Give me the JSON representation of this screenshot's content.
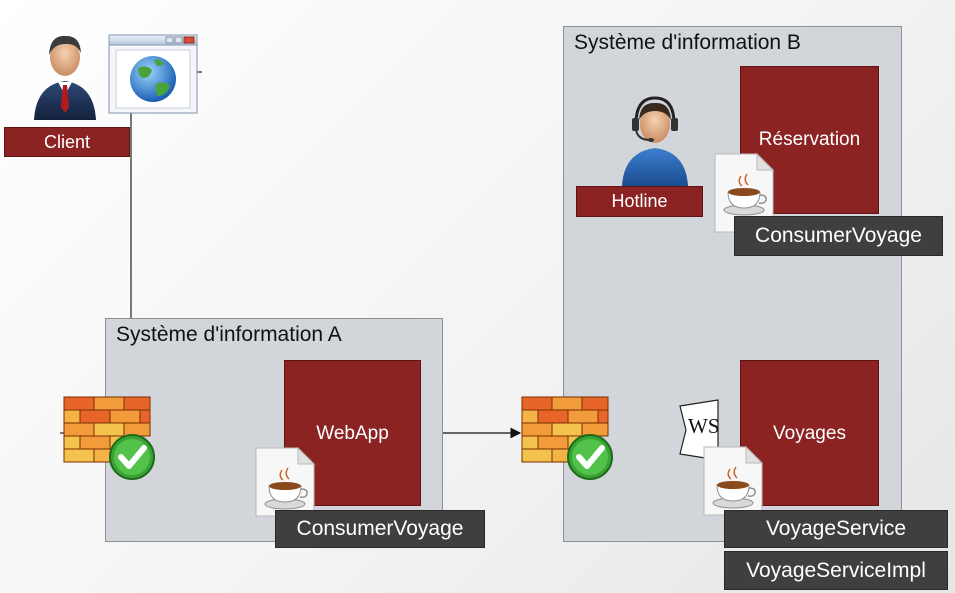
{
  "systems": {
    "a": {
      "title": "Système d'information A"
    },
    "b": {
      "title": "Système d'information B"
    }
  },
  "actors": {
    "client": {
      "label": "Client",
      "icon": "businessman-icon"
    },
    "hotline": {
      "label": "Hotline",
      "icon": "support-agent-headset-icon"
    }
  },
  "components": {
    "webapp": {
      "label": "WebApp"
    },
    "reservation": {
      "label": "Réservation"
    },
    "voyages": {
      "label": "Voyages"
    },
    "ws": {
      "label": "WS"
    }
  },
  "artifacts": {
    "consumer_a": "ConsumerVoyage",
    "consumer_b": "ConsumerVoyage",
    "voyage_service": "VoyageService",
    "voyage_service_impl": "VoyageServiceImpl"
  },
  "colors": {
    "component_red": "#8b2323",
    "system_gray": "#d2d6db",
    "artifact_dark": "#3f3f3f"
  }
}
